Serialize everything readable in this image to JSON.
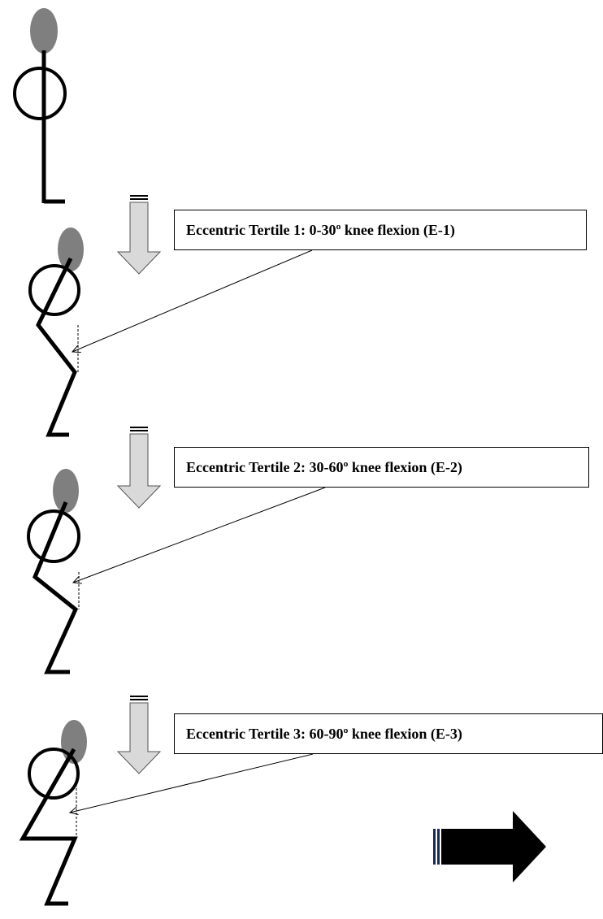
{
  "labels": {
    "tertile_1": "Eccentric Tertile 1: 0-30º knee flexion (E-1)",
    "tertile_2": "Eccentric Tertile 2: 30-60º knee flexion (E-2)",
    "tertile_3": "Eccentric Tertile 3: 60-90º knee flexion (E-3)"
  },
  "colors": {
    "head_fill": "#7f7f7f",
    "line": "#000000",
    "down_arrow_fill": "#d9d9d9",
    "right_arrow_fill": "#000000"
  }
}
